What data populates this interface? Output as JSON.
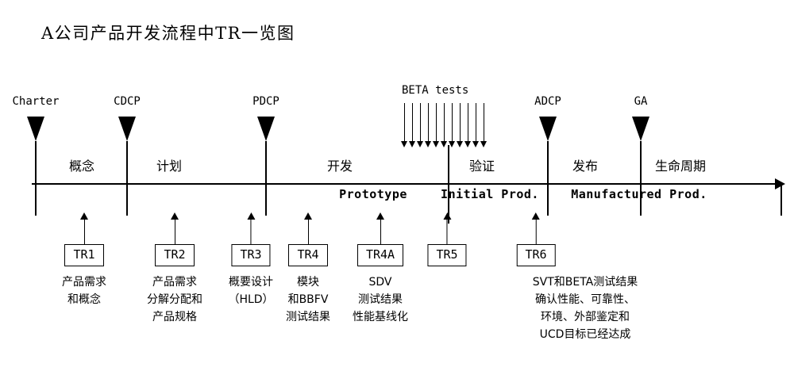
{
  "title": "A公司产品开发流程中TR一览图",
  "colors": {
    "ink": "#000000",
    "background": "#ffffff"
  },
  "milestones": [
    {
      "label": "Charter"
    },
    {
      "label": "CDCP"
    },
    {
      "label": "PDCP"
    },
    {
      "label": "ADCP"
    },
    {
      "label": "GA"
    }
  ],
  "beta_tests": {
    "label": "BETA tests",
    "arrow_count": 11
  },
  "phases": [
    {
      "label": "概念"
    },
    {
      "label": "计划"
    },
    {
      "label": "开发"
    },
    {
      "label": "验证"
    },
    {
      "label": "发布"
    },
    {
      "label": "生命周期"
    }
  ],
  "product_stages": [
    {
      "label": "Prototype"
    },
    {
      "label": "Initial Prod."
    },
    {
      "label": "Manufactured Prod."
    }
  ],
  "tr_reviews": [
    {
      "label": "TR1",
      "description": [
        "产品需求",
        "和概念"
      ]
    },
    {
      "label": "TR2",
      "description": [
        "产品需求",
        "分解分配和",
        "产品规格"
      ]
    },
    {
      "label": "TR3",
      "description": [
        "概要设计",
        "（HLD）"
      ]
    },
    {
      "label": "TR4",
      "description": [
        "模块",
        "和BBFV",
        "测试结果"
      ]
    },
    {
      "label": "TR4A",
      "description": [
        "SDV",
        "测试结果",
        "性能基线化"
      ]
    },
    {
      "label": "TR5",
      "description": []
    },
    {
      "label": "TR6",
      "description": [
        "SVT和BETA测试结果",
        "确认性能、可靠性、",
        "环境、外部鉴定和",
        "UCD目标已经达成"
      ]
    }
  ]
}
